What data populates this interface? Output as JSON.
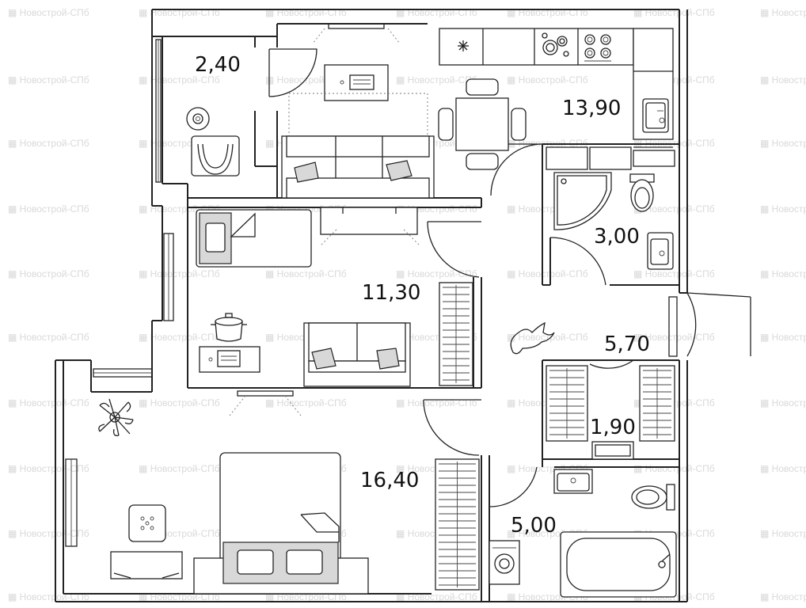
{
  "watermark": {
    "text": "Новострой-СПб",
    "color": "#d9d9d9"
  },
  "rooms": [
    {
      "id": "balcony",
      "area": "2,40"
    },
    {
      "id": "kitchen-living",
      "area": "13,90"
    },
    {
      "id": "bathroom",
      "area": "3,00"
    },
    {
      "id": "room",
      "area": "11,30"
    },
    {
      "id": "hall",
      "area": "5,70"
    },
    {
      "id": "closet",
      "area": "1,90"
    },
    {
      "id": "bedroom",
      "area": "16,40"
    },
    {
      "id": "bathroom-2",
      "area": "5,00"
    }
  ],
  "icons": [
    "laptop-icon",
    "snowflake-icon",
    "stove-icon",
    "sink-icon",
    "toilet-icon",
    "shower-icon",
    "washing-machine-icon",
    "bathtub-icon",
    "plant-icon",
    "cooking-pot-icon",
    "cat-icon",
    "armchair-icon",
    "sofa-icon",
    "bed-icon"
  ],
  "colors": {
    "walls": "#222222",
    "furniture_fill": "#d8d8d8",
    "background": "#ffffff"
  }
}
